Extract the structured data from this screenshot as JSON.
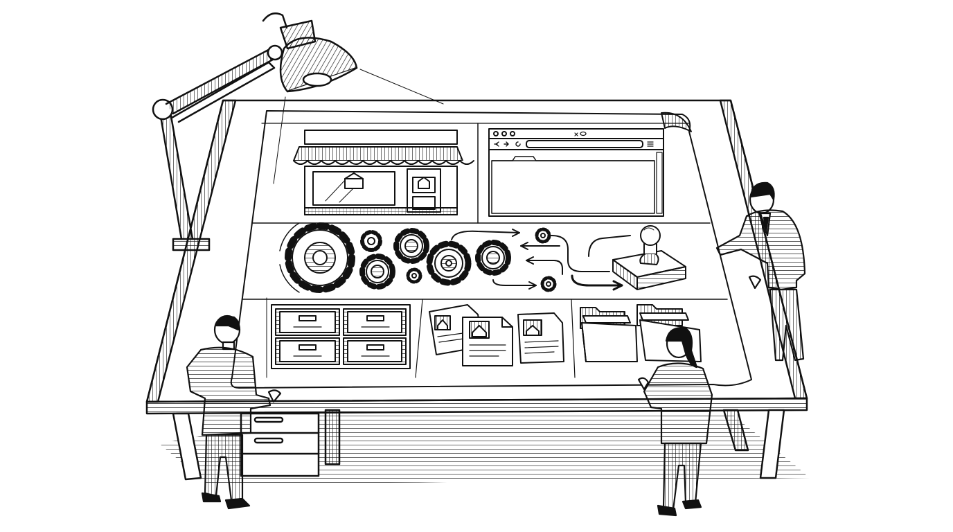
{
  "illustration": {
    "style": "engraving-line-art",
    "colors": {
      "ink": "#111111",
      "paper": "#ffffff",
      "light_fill": "#f7f7f7"
    },
    "scene": [
      "desk-lamp",
      "drafting-table",
      "blueprint-sheet",
      "storefront-panel",
      "browser-window-panel",
      "gears-workflow-panel",
      "rubber-stamp",
      "file-cabinet-panel",
      "property-documents-panel",
      "folders-panel",
      "person-left",
      "person-right",
      "person-woman"
    ]
  }
}
